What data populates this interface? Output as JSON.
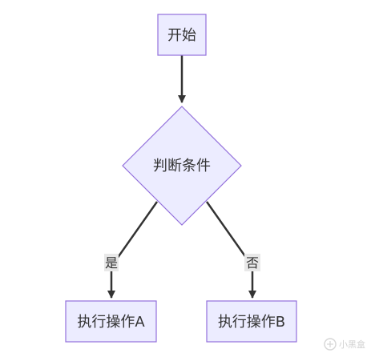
{
  "diagram": {
    "nodes": {
      "start": {
        "label": "开始"
      },
      "decision": {
        "label": "判断条件"
      },
      "action_a": {
        "label": "执行操作A"
      },
      "action_b": {
        "label": "执行操作B"
      }
    },
    "edges": {
      "start_to_decision": {
        "label": ""
      },
      "decision_to_a": {
        "label": "是"
      },
      "decision_to_b": {
        "label": "否"
      }
    },
    "colors": {
      "node_fill": "#ECECFF",
      "node_stroke": "#9370DB",
      "edge": "#333333",
      "label_bg": "#E8E8E8"
    }
  },
  "watermark": {
    "text": "小黑盒",
    "icon": "heybox-logo-icon"
  }
}
